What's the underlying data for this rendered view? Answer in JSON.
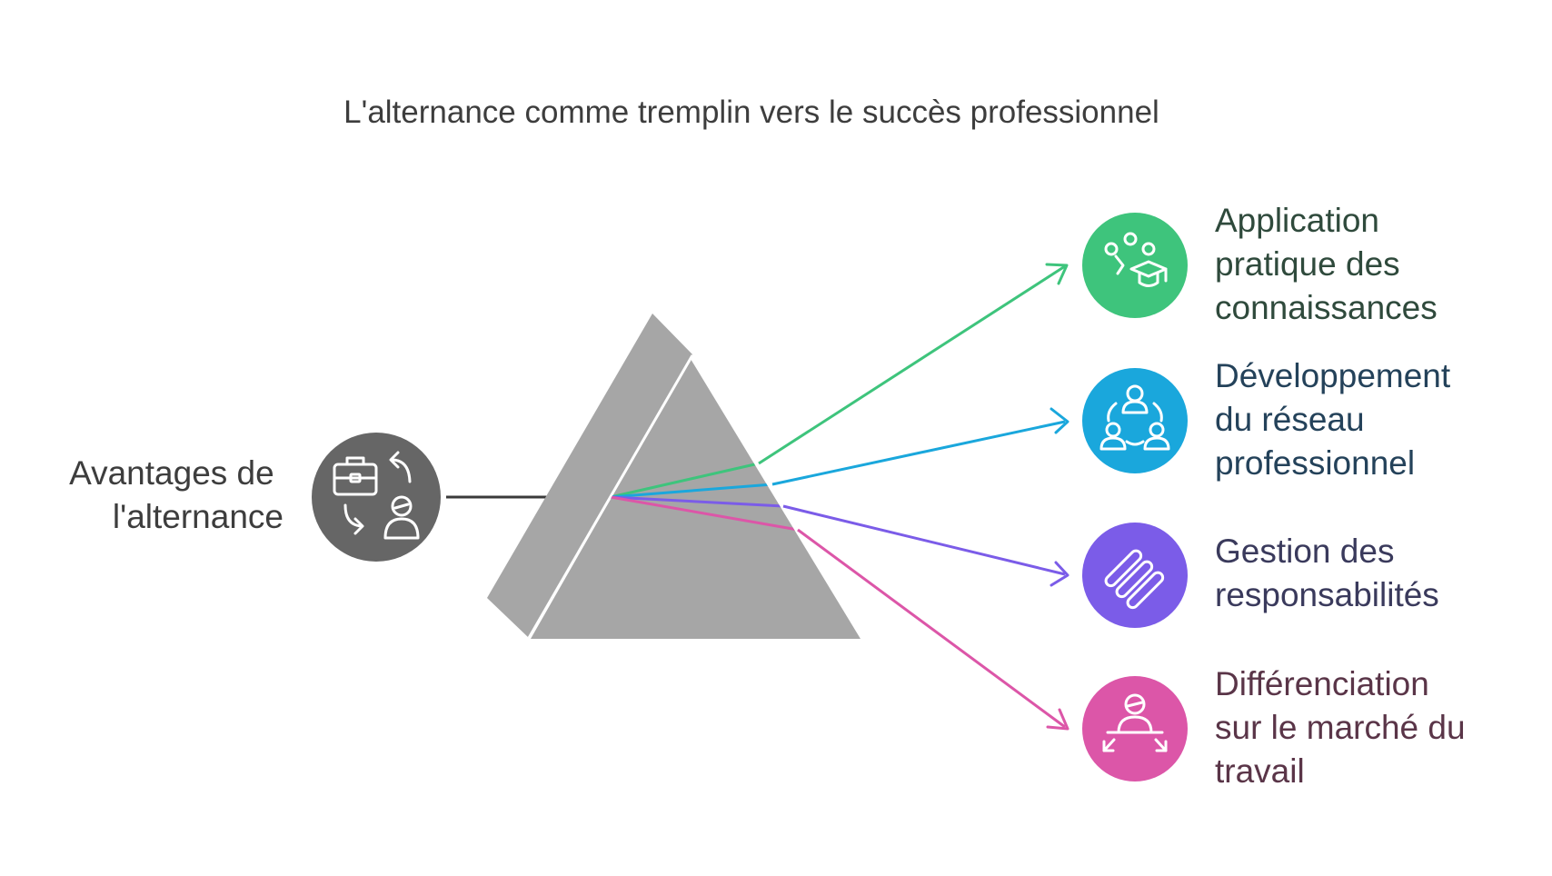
{
  "title": "L'alternance comme tremplin vers le succès professionnel",
  "source": {
    "label_lines": [
      "Avantages de",
      "l'alternance"
    ],
    "icon": "briefcase-exchange-person-icon",
    "color": "#666666",
    "text_color": "#3d3d3d"
  },
  "prism": {
    "color": "#a6a6a6"
  },
  "outcomes": [
    {
      "label_lines": [
        "Application",
        "pratique des",
        "connaissances"
      ],
      "icon": "graduation-cap-ideas-icon",
      "color": "#3ec47c",
      "text_color": "#2f4a3c"
    },
    {
      "label_lines": [
        "Développement",
        "du réseau",
        "professionnel"
      ],
      "icon": "network-people-icon",
      "color": "#1aa7dc",
      "text_color": "#24425a"
    },
    {
      "label_lines": [
        "Gestion des",
        "responsabilités"
      ],
      "icon": "stacked-bars-icon",
      "color": "#7b5ce8",
      "text_color": "#3a3a5c"
    },
    {
      "label_lines": [
        "Différenciation",
        "sur le marché du",
        "travail"
      ],
      "icon": "person-standout-icon",
      "color": "#dc56a8",
      "text_color": "#5a3548"
    }
  ]
}
